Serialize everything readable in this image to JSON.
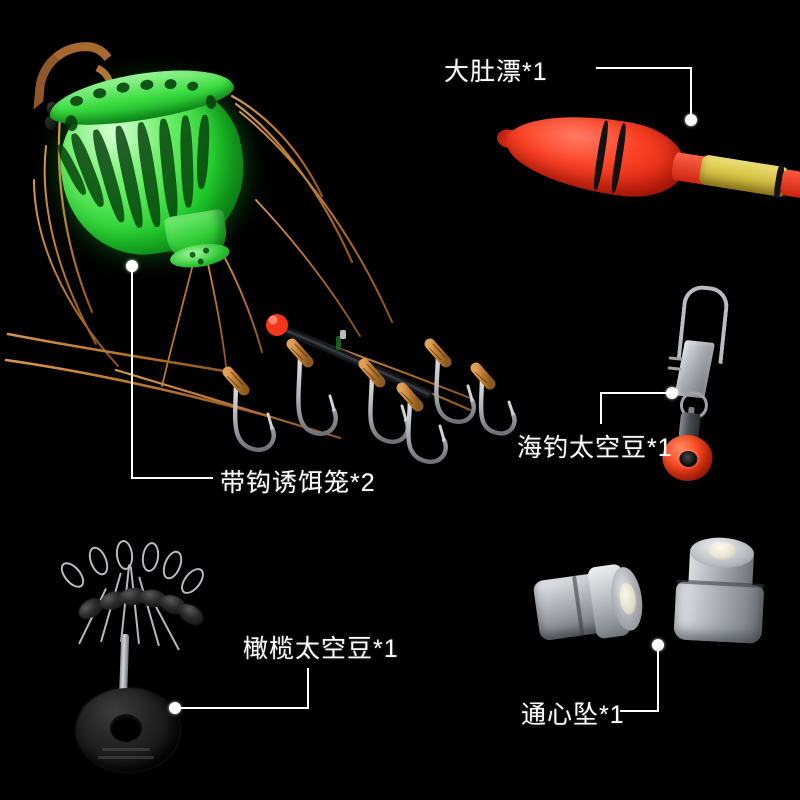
{
  "page": {
    "background_color": "#000000",
    "label_color": "#fdfdfd",
    "type": "product-component-diagram",
    "product": "fishing-tackle-kit"
  },
  "callouts": [
    {
      "id": "float",
      "label": "大肚漂*1",
      "item": "big-belly-float",
      "quantity": 1,
      "colors": [
        "#fb4326",
        "#d8c64a",
        "#121212"
      ]
    },
    {
      "id": "bait-cage",
      "label": "带钩诱饵笼*2",
      "item": "baited-hook-feeder-cage",
      "quantity": 2,
      "colors": [
        "#21cf2c",
        "#a8682f"
      ]
    },
    {
      "id": "sea-swivel",
      "label": "海钓太空豆*1",
      "item": "sea-fishing-snap-swivel-bead",
      "quantity": 1,
      "colors": [
        "#b9bcc0",
        "#fb4a22"
      ]
    },
    {
      "id": "olive-bean",
      "label": "橄榄太空豆*1",
      "item": "olive-shaped-line-stopper-beans",
      "quantity": 1,
      "colors": [
        "#2a2a2a",
        "#c9ccd0"
      ]
    },
    {
      "id": "sinker",
      "label": "通心坠*1",
      "item": "sliding-egg-sinker",
      "quantity": 1,
      "colors": [
        "#b8bcc0",
        "#e4e0cc"
      ]
    }
  ]
}
